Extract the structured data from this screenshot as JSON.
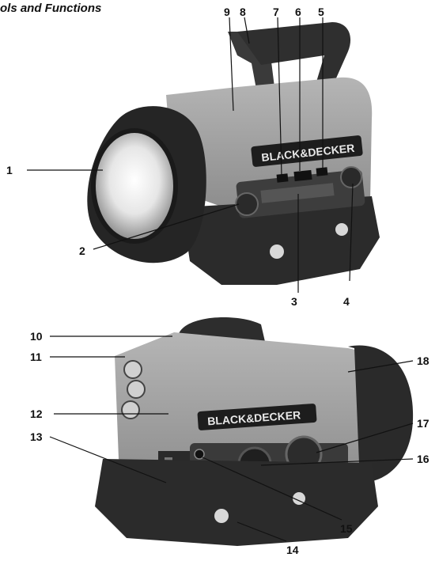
{
  "page": {
    "title": "ols and Functions"
  },
  "callouts": [
    "1",
    "2",
    "3",
    "4",
    "5",
    "6",
    "7",
    "8",
    "9",
    "10",
    "11",
    "12",
    "13",
    "14",
    "15",
    "16",
    "17",
    "18"
  ],
  "brand": {
    "text": "BLACK&DECKER"
  },
  "colors": {
    "body_gray": "#9a9a9a",
    "dark_rubber": "#2b2b2b",
    "line": "#111111"
  }
}
